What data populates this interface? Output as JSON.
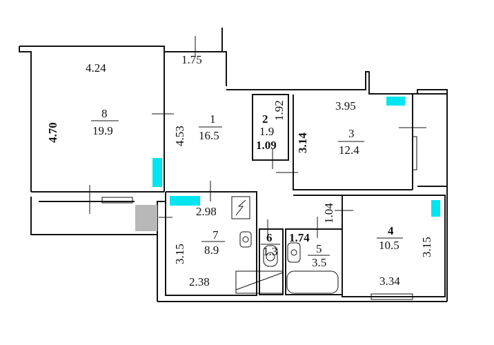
{
  "rooms": [
    {
      "number": "8",
      "area": "19.9"
    },
    {
      "number": "1",
      "area": "16.5"
    },
    {
      "number": "2",
      "area": "1.9"
    },
    {
      "number": "3",
      "area": "12.4"
    },
    {
      "number": "7",
      "area": "8.9"
    },
    {
      "number": "6",
      "area": "1.3"
    },
    {
      "number": "5",
      "area": "3.5"
    },
    {
      "number": "4",
      "area": "10.5"
    }
  ],
  "dimensions": {
    "room8_width": "4.24",
    "room8_height": "4.70",
    "room1_top": "1.75",
    "room1_side": "4.53",
    "room2_height": "1.92",
    "room2_width": "1.09",
    "room3_width": "3.95",
    "room3_height": "3.14",
    "room7_top": "2.98",
    "room7_height": "3.15",
    "room7_bottom": "2.38",
    "room5_top": "1.74",
    "corridor": "1.04",
    "room4_height": "3.15",
    "room4_bottom": "3.34"
  },
  "colors": {
    "wall": "#111111",
    "marker": "#00e5f0",
    "shaft": "#b8b8b8"
  }
}
